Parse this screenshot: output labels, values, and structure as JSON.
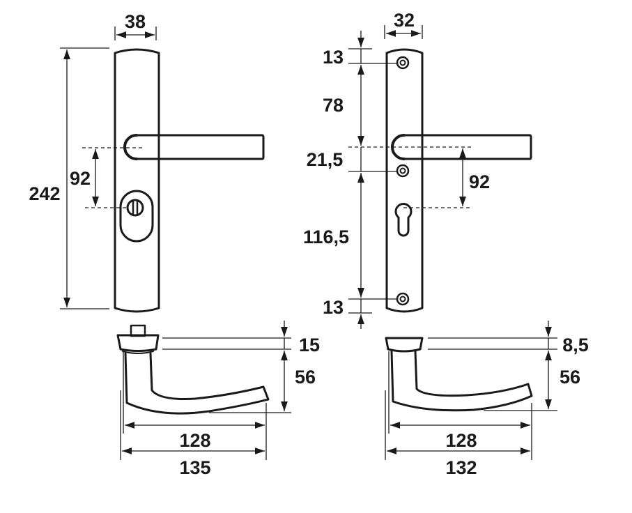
{
  "diagram": {
    "type": "technical-drawing",
    "subject": "door handle on long backplate – two variants",
    "colors": {
      "line": "#1a1a1a",
      "background": "#ffffff"
    },
    "left_plate": {
      "width": "38",
      "height": "242",
      "handle_to_cylinder": "92"
    },
    "right_plate": {
      "width": "32",
      "top_margin": "13",
      "upper_screw_to_handle": "78",
      "handle_to_mid_screw": "21,5",
      "mid_screw_to_bottom_screw": "116,5",
      "bottom_margin": "13",
      "handle_to_cylinder": "92"
    },
    "left_lever": {
      "rose_height": "15",
      "lever_drop": "56",
      "inner_length": "128",
      "total_length": "135"
    },
    "right_lever": {
      "rose_height": "8,5",
      "lever_drop": "56",
      "inner_length": "128",
      "total_length": "132"
    }
  }
}
